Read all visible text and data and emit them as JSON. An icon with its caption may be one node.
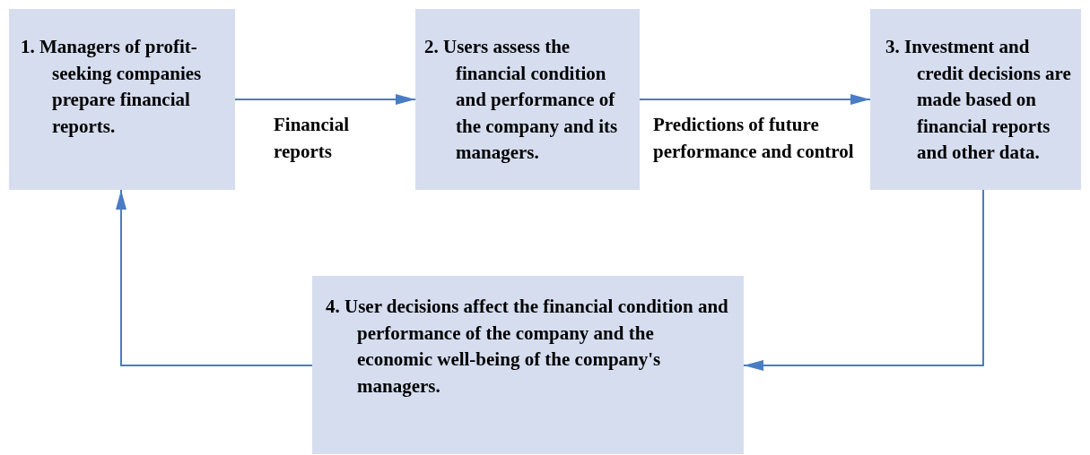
{
  "diagram": {
    "nodes": [
      {
        "text": [
          "1. Managers of profit-seeking companies prepare financial reports."
        ]
      },
      {
        "text": [
          "2. Users assess the financial condition and performance of the company and its managers."
        ]
      },
      {
        "text": [
          "3. Investment and credit decisions are made based on financial reports and other data."
        ]
      },
      {
        "text": [
          "4. User decisions affect the financial condition and performance of the company and the economic well-being of the company's managers."
        ]
      }
    ],
    "edges": [
      {
        "from": 0,
        "to": 1,
        "arrow": "to",
        "label": "Financial reports"
      },
      {
        "from": 1,
        "to": 2,
        "arrow": "to",
        "label": "Predictions of future performance and control"
      },
      {
        "from": 2,
        "to": 3,
        "arrow": "to"
      },
      {
        "from": 3,
        "to": 0,
        "arrow": "to"
      }
    ]
  }
}
